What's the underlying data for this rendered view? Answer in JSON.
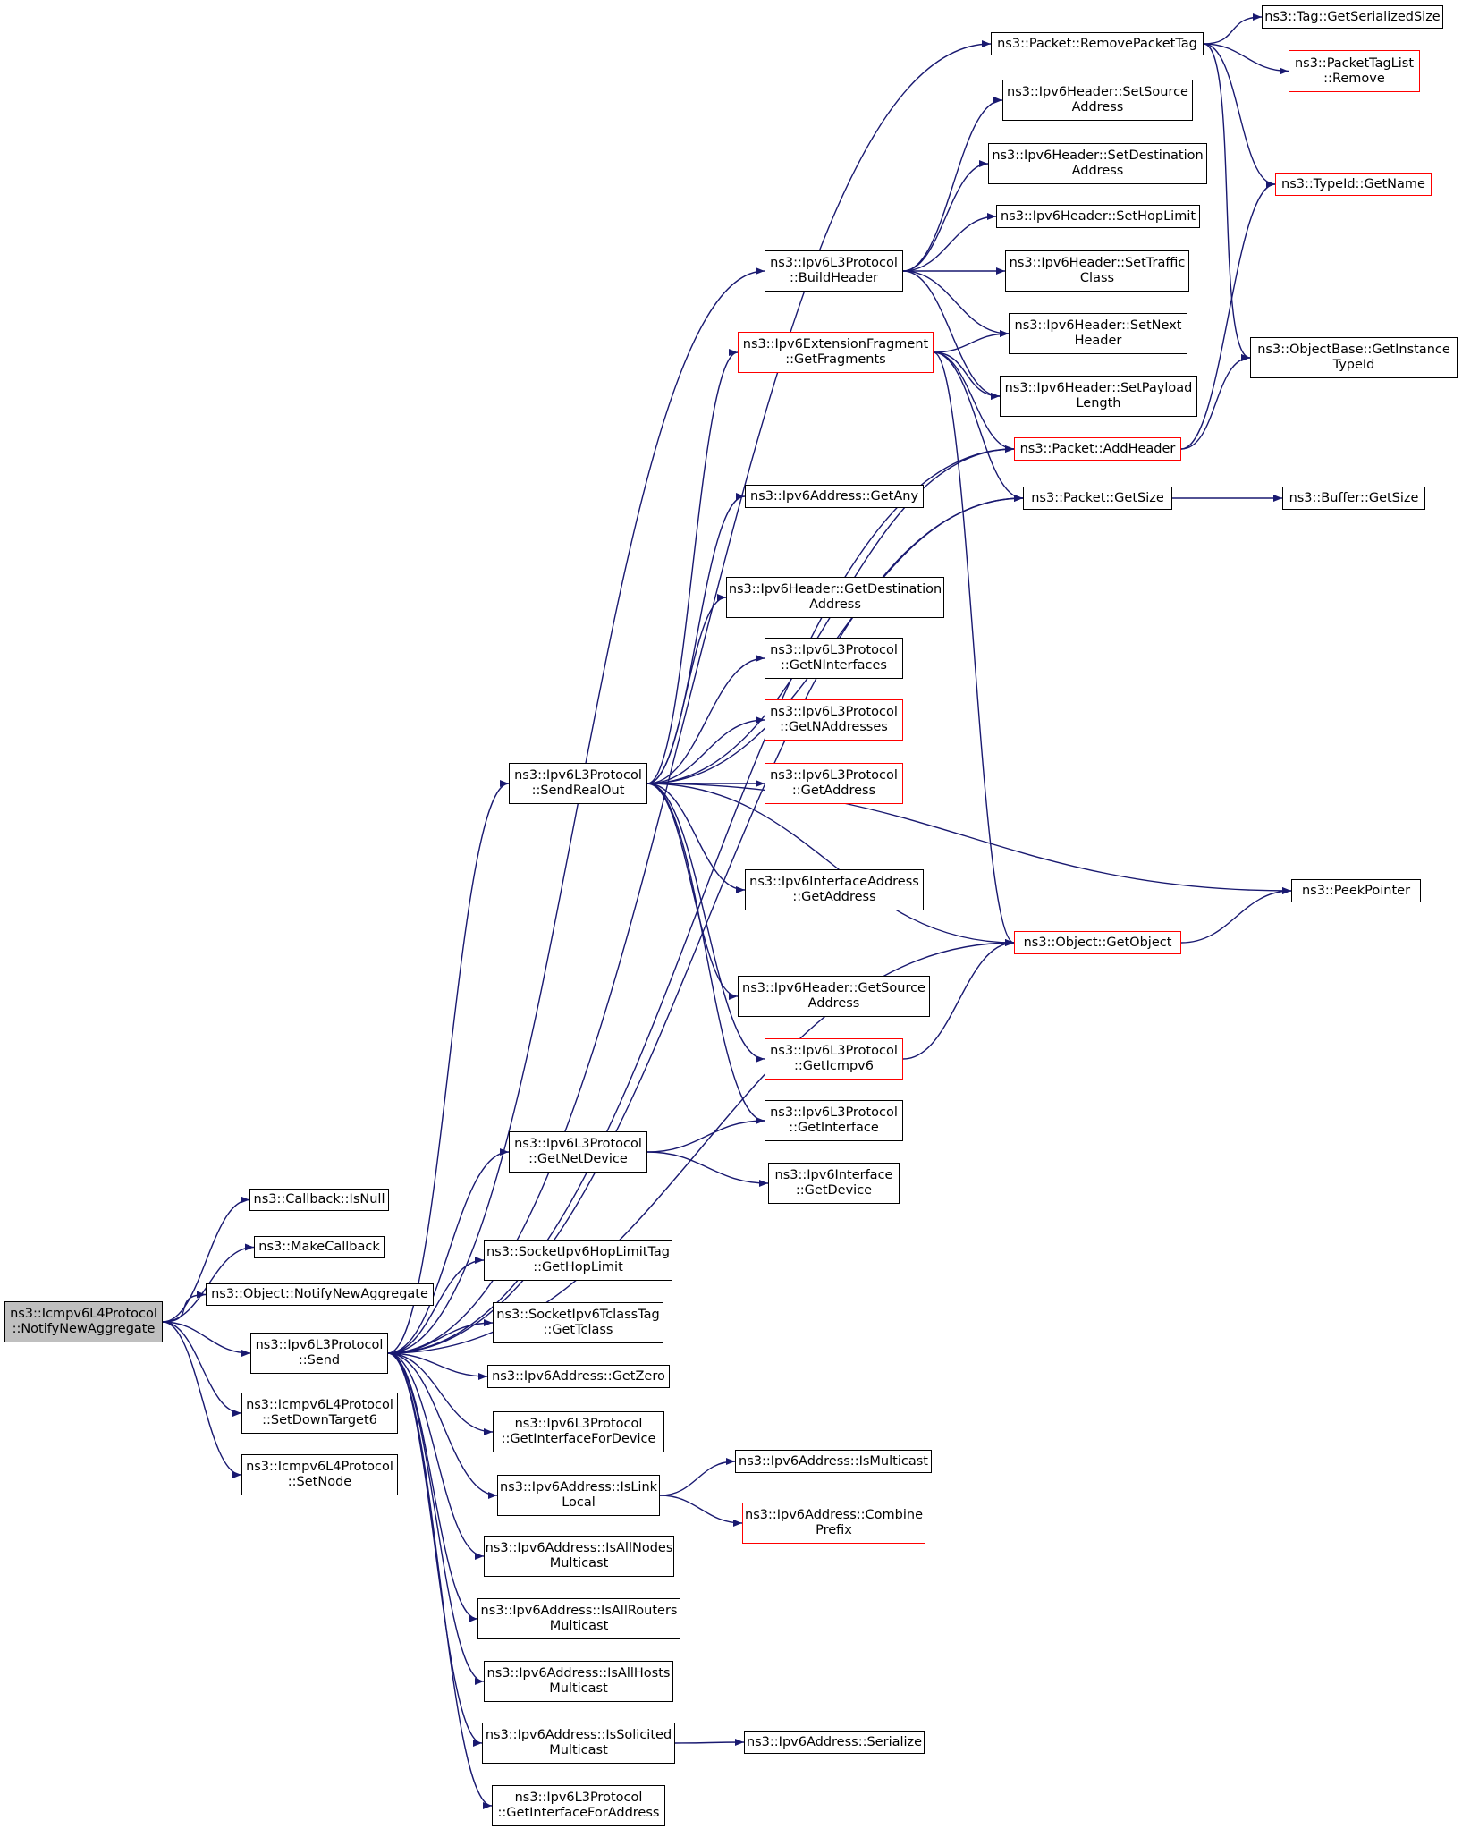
{
  "graph": {
    "direction": "left-to-right",
    "colors": {
      "edge": "#191970",
      "node_border": "#000000",
      "node_border_truncated": "#ff0000",
      "node_root_fill": "#bfbfbf",
      "node_fill": "#ffffff"
    },
    "nodes": [
      {
        "id": "root",
        "label": "ns3::Icmpv6L4Protocol\n::NotifyNewAggregate",
        "style": "root"
      },
      {
        "id": "cbIsNull",
        "label": "ns3::Callback::IsNull",
        "style": "normal"
      },
      {
        "id": "makeCb",
        "label": "ns3::MakeCallback",
        "style": "normal"
      },
      {
        "id": "objNotify",
        "label": "ns3::Object::NotifyNewAggregate",
        "style": "normal"
      },
      {
        "id": "l3Send",
        "label": "ns3::Ipv6L3Protocol\n::Send",
        "style": "normal"
      },
      {
        "id": "setDown",
        "label": "ns3::Icmpv6L4Protocol\n::SetDownTarget6",
        "style": "normal"
      },
      {
        "id": "setNode",
        "label": "ns3::Icmpv6L4Protocol\n::SetNode",
        "style": "normal"
      },
      {
        "id": "removeTag",
        "label": "ns3::Packet::RemovePacketTag",
        "style": "normal"
      },
      {
        "id": "tagSize",
        "label": "ns3::Tag::GetSerializedSize",
        "style": "normal"
      },
      {
        "id": "tagListRemove",
        "label": "ns3::PacketTagList\n::Remove",
        "style": "truncated"
      },
      {
        "id": "typeName",
        "label": "ns3::TypeId::GetName",
        "style": "truncated"
      },
      {
        "id": "objBaseTid",
        "label": "ns3::ObjectBase::GetInstance\nTypeId",
        "style": "normal"
      },
      {
        "id": "setSrc",
        "label": "ns3::Ipv6Header::SetSource\nAddress",
        "style": "normal"
      },
      {
        "id": "setDst",
        "label": "ns3::Ipv6Header::SetDestination\nAddress",
        "style": "normal"
      },
      {
        "id": "setHop",
        "label": "ns3::Ipv6Header::SetHopLimit",
        "style": "normal"
      },
      {
        "id": "buildHdr",
        "label": "ns3::Ipv6L3Protocol\n::BuildHeader",
        "style": "normal"
      },
      {
        "id": "setTraffic",
        "label": "ns3::Ipv6Header::SetTraffic\nClass",
        "style": "normal"
      },
      {
        "id": "setNext",
        "label": "ns3::Ipv6Header::SetNext\nHeader",
        "style": "normal"
      },
      {
        "id": "getFrags",
        "label": "ns3::Ipv6ExtensionFragment\n::GetFragments",
        "style": "truncated"
      },
      {
        "id": "setPayload",
        "label": "ns3::Ipv6Header::SetPayload\nLength",
        "style": "normal"
      },
      {
        "id": "addHeader",
        "label": "ns3::Packet::AddHeader",
        "style": "truncated"
      },
      {
        "id": "getAny",
        "label": "ns3::Ipv6Address::GetAny",
        "style": "normal"
      },
      {
        "id": "pktSize",
        "label": "ns3::Packet::GetSize",
        "style": "normal"
      },
      {
        "id": "bufSize",
        "label": "ns3::Buffer::GetSize",
        "style": "normal"
      },
      {
        "id": "getDstAddr",
        "label": "ns3::Ipv6Header::GetDestination\nAddress",
        "style": "normal"
      },
      {
        "id": "getNIf",
        "label": "ns3::Ipv6L3Protocol\n::GetNInterfaces",
        "style": "normal"
      },
      {
        "id": "getNAddr",
        "label": "ns3::Ipv6L3Protocol\n::GetNAddresses",
        "style": "truncated"
      },
      {
        "id": "sendReal",
        "label": "ns3::Ipv6L3Protocol\n::SendRealOut",
        "style": "normal"
      },
      {
        "id": "l3GetAddr",
        "label": "ns3::Ipv6L3Protocol\n::GetAddress",
        "style": "truncated"
      },
      {
        "id": "ifaceAddr",
        "label": "ns3::Ipv6InterfaceAddress\n::GetAddress",
        "style": "normal"
      },
      {
        "id": "peek",
        "label": "ns3::PeekPointer",
        "style": "normal"
      },
      {
        "id": "getObject",
        "label": "ns3::Object::GetObject",
        "style": "truncated"
      },
      {
        "id": "getSrcAddr",
        "label": "ns3::Ipv6Header::GetSource\nAddress",
        "style": "normal"
      },
      {
        "id": "getIcmp",
        "label": "ns3::Ipv6L3Protocol\n::GetIcmpv6",
        "style": "truncated"
      },
      {
        "id": "getNetDev",
        "label": "ns3::Ipv6L3Protocol\n::GetNetDevice",
        "style": "normal"
      },
      {
        "id": "getIface",
        "label": "ns3::Ipv6L3Protocol\n::GetInterface",
        "style": "normal"
      },
      {
        "id": "ifaceDev",
        "label": "ns3::Ipv6Interface\n::GetDevice",
        "style": "normal"
      },
      {
        "id": "hopTag",
        "label": "ns3::SocketIpv6HopLimitTag\n::GetHopLimit",
        "style": "normal"
      },
      {
        "id": "tclassTag",
        "label": "ns3::SocketIpv6TclassTag\n::GetTclass",
        "style": "normal"
      },
      {
        "id": "getZero",
        "label": "ns3::Ipv6Address::GetZero",
        "style": "normal"
      },
      {
        "id": "ifForDev",
        "label": "ns3::Ipv6L3Protocol\n::GetInterfaceForDevice",
        "style": "normal"
      },
      {
        "id": "isLinkLocal",
        "label": "ns3::Ipv6Address::IsLink\nLocal",
        "style": "normal"
      },
      {
        "id": "isMulticast",
        "label": "ns3::Ipv6Address::IsMulticast",
        "style": "normal"
      },
      {
        "id": "combine",
        "label": "ns3::Ipv6Address::Combine\nPrefix",
        "style": "truncated"
      },
      {
        "id": "allNodes",
        "label": "ns3::Ipv6Address::IsAllNodes\nMulticast",
        "style": "normal"
      },
      {
        "id": "allRouters",
        "label": "ns3::Ipv6Address::IsAllRouters\nMulticast",
        "style": "normal"
      },
      {
        "id": "allHosts",
        "label": "ns3::Ipv6Address::IsAllHosts\nMulticast",
        "style": "normal"
      },
      {
        "id": "solicited",
        "label": "ns3::Ipv6Address::IsSolicited\nMulticast",
        "style": "normal"
      },
      {
        "id": "serialize",
        "label": "ns3::Ipv6Address::Serialize",
        "style": "normal"
      },
      {
        "id": "ifForAddr",
        "label": "ns3::Ipv6L3Protocol\n::GetInterfaceForAddress",
        "style": "normal"
      }
    ],
    "edges": [
      [
        "root",
        "cbIsNull"
      ],
      [
        "root",
        "makeCb"
      ],
      [
        "root",
        "objNotify"
      ],
      [
        "root",
        "l3Send"
      ],
      [
        "root",
        "setDown"
      ],
      [
        "root",
        "setNode"
      ],
      [
        "l3Send",
        "removeTag"
      ],
      [
        "l3Send",
        "buildHdr"
      ],
      [
        "l3Send",
        "addHeader"
      ],
      [
        "l3Send",
        "pktSize"
      ],
      [
        "l3Send",
        "sendReal"
      ],
      [
        "l3Send",
        "getNetDev"
      ],
      [
        "l3Send",
        "getObject"
      ],
      [
        "l3Send",
        "hopTag"
      ],
      [
        "l3Send",
        "tclassTag"
      ],
      [
        "l3Send",
        "getZero"
      ],
      [
        "l3Send",
        "ifForDev"
      ],
      [
        "l3Send",
        "isLinkLocal"
      ],
      [
        "l3Send",
        "allNodes"
      ],
      [
        "l3Send",
        "allRouters"
      ],
      [
        "l3Send",
        "allHosts"
      ],
      [
        "l3Send",
        "solicited"
      ],
      [
        "l3Send",
        "ifForAddr"
      ],
      [
        "removeTag",
        "tagSize"
      ],
      [
        "removeTag",
        "tagListRemove"
      ],
      [
        "removeTag",
        "typeName"
      ],
      [
        "removeTag",
        "objBaseTid"
      ],
      [
        "buildHdr",
        "setSrc"
      ],
      [
        "buildHdr",
        "setDst"
      ],
      [
        "buildHdr",
        "setHop"
      ],
      [
        "buildHdr",
        "setTraffic"
      ],
      [
        "buildHdr",
        "setNext"
      ],
      [
        "buildHdr",
        "setPayload"
      ],
      [
        "getFrags",
        "setNext"
      ],
      [
        "getFrags",
        "setPayload"
      ],
      [
        "getFrags",
        "addHeader"
      ],
      [
        "getFrags",
        "pktSize"
      ],
      [
        "getFrags",
        "getObject"
      ],
      [
        "addHeader",
        "typeName"
      ],
      [
        "addHeader",
        "objBaseTid"
      ],
      [
        "pktSize",
        "bufSize"
      ],
      [
        "sendReal",
        "getFrags"
      ],
      [
        "sendReal",
        "addHeader"
      ],
      [
        "sendReal",
        "getAny"
      ],
      [
        "sendReal",
        "pktSize"
      ],
      [
        "sendReal",
        "getDstAddr"
      ],
      [
        "sendReal",
        "getNIf"
      ],
      [
        "sendReal",
        "getNAddr"
      ],
      [
        "sendReal",
        "l3GetAddr"
      ],
      [
        "sendReal",
        "peek"
      ],
      [
        "sendReal",
        "ifaceAddr"
      ],
      [
        "sendReal",
        "getObject"
      ],
      [
        "sendReal",
        "getSrcAddr"
      ],
      [
        "sendReal",
        "getIcmp"
      ],
      [
        "sendReal",
        "getIface"
      ],
      [
        "getObject",
        "peek"
      ],
      [
        "getIcmp",
        "getObject"
      ],
      [
        "getNetDev",
        "getIface"
      ],
      [
        "getNetDev",
        "ifaceDev"
      ],
      [
        "isLinkLocal",
        "isMulticast"
      ],
      [
        "isLinkLocal",
        "combine"
      ],
      [
        "solicited",
        "serialize"
      ]
    ]
  }
}
